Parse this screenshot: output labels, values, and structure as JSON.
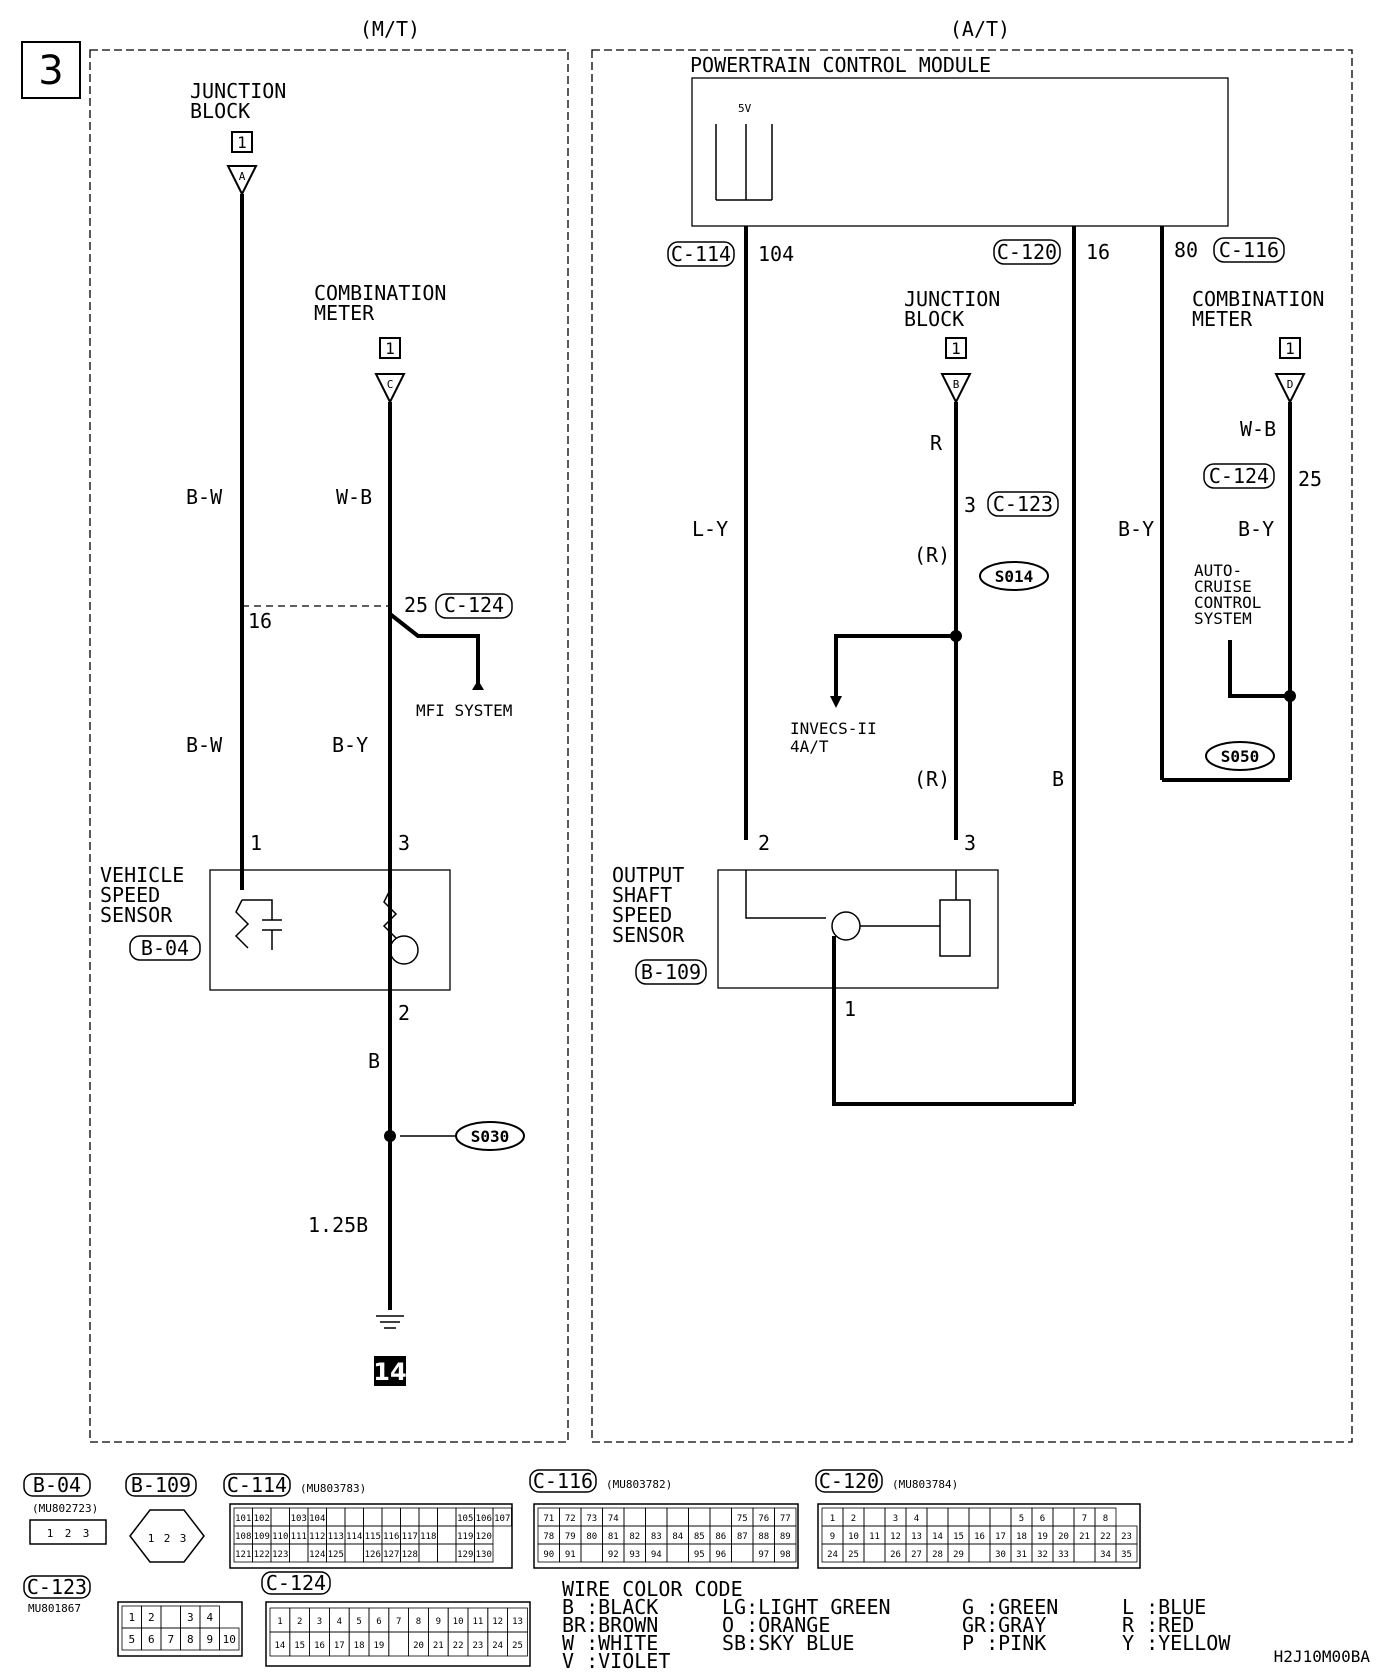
{
  "page_number": "3",
  "sections": {
    "mt": "(M/T)",
    "at": "(A/T)"
  },
  "mt": {
    "junction_block": {
      "line1": "JUNCTION",
      "line2": "BLOCK",
      "fuse": "1",
      "conn": "A"
    },
    "combination_meter": {
      "line1": "COMBINATION",
      "line2": "METER",
      "fuse": "1",
      "conn": "C"
    },
    "wire_bw_upper": "B-W",
    "wire_wb": "W-B",
    "pin_16": "16",
    "pin_25": "25",
    "conn_c124": "C-124",
    "mfi": "MFI SYSTEM",
    "wire_bw_lower": "B-W",
    "wire_by": "B-Y",
    "pin_1": "1",
    "pin_3": "3",
    "pin_2": "2",
    "sensor": {
      "line1": "VEHICLE",
      "line2": "SPEED",
      "line3": "SENSOR",
      "conn": "B-04"
    },
    "wire_b": "B",
    "splice": "S030",
    "wire_125b": "1.25B",
    "ground": "14"
  },
  "at": {
    "pcm": "POWERTRAIN CONTROL MODULE",
    "pcm_5v": "5V",
    "c114": "C-114",
    "pin_104": "104",
    "c120": "C-120",
    "pin_16": "16",
    "pin_80": "80",
    "c116": "C-116",
    "junction_block": {
      "line1": "JUNCTION",
      "line2": "BLOCK",
      "fuse": "1",
      "conn": "B"
    },
    "combination_meter": {
      "line1": "COMBINATION",
      "line2": "METER",
      "fuse": "1",
      "conn": "D"
    },
    "wire_r": "R",
    "pin_3_c123": "3",
    "c123": "C-123",
    "wire_r_paren1": "(R)",
    "splice_s014": "S014",
    "invecs_1": "INVECS-II",
    "invecs_2": "4A/T",
    "wire_r_paren2": "(R)",
    "wire_ly": "L-Y",
    "wire_b": "B",
    "wire_wb": "W-B",
    "c124": "C-124",
    "pin_25": "25",
    "wire_by_left": "B-Y",
    "wire_by_right": "B-Y",
    "auto_cruise": [
      "AUTO-",
      "CRUISE",
      "CONTROL",
      "SYSTEM"
    ],
    "splice_s050": "S050",
    "pin_2": "2",
    "pin_3": "3",
    "pin_1": "1",
    "sensor": {
      "line1": "OUTPUT",
      "line2": "SHAFT",
      "line3": "SPEED",
      "line4": "SENSOR",
      "conn": "B-109"
    }
  },
  "connectors": {
    "b04": {
      "name": "B-04",
      "part": "(MU802723)",
      "pins": [
        "1",
        "2",
        "3"
      ]
    },
    "b109": {
      "name": "B-109",
      "pins": [
        "1",
        "2",
        "3"
      ]
    },
    "c114": {
      "name": "C-114",
      "part": "(MU803783)",
      "rows": [
        [
          "101",
          "102",
          "",
          "103",
          "104",
          "",
          "",
          "",
          "",
          "",
          "",
          "",
          "105",
          "106",
          "107"
        ],
        [
          "108",
          "109",
          "110",
          "111",
          "112",
          "113",
          "114",
          "115",
          "116",
          "117",
          "118",
          "",
          "119",
          "120"
        ],
        [
          "121",
          "122",
          "123",
          "",
          "124",
          "125",
          "",
          "126",
          "127",
          "128",
          "",
          "",
          "129",
          "130"
        ]
      ]
    },
    "c116": {
      "name": "C-116",
      "part": "(MU803782)",
      "rows": [
        [
          "71",
          "72",
          "73",
          "74",
          "",
          "",
          "",
          "",
          "",
          "75",
          "76",
          "77"
        ],
        [
          "78",
          "79",
          "80",
          "81",
          "82",
          "83",
          "84",
          "85",
          "86",
          "87",
          "88",
          "89"
        ],
        [
          "90",
          "91",
          "",
          "92",
          "93",
          "94",
          "",
          "95",
          "96",
          "",
          "97",
          "98"
        ]
      ]
    },
    "c120": {
      "name": "C-120",
      "part": "(MU803784)",
      "rows": [
        [
          "1",
          "2",
          "",
          "3",
          "4",
          "",
          "",
          "",
          "",
          "5",
          "6",
          "",
          "7",
          "8"
        ],
        [
          "9",
          "10",
          "11",
          "12",
          "13",
          "14",
          "15",
          "16",
          "17",
          "18",
          "19",
          "20",
          "21",
          "22",
          "23"
        ],
        [
          "24",
          "25",
          "",
          "26",
          "27",
          "28",
          "29",
          "",
          "30",
          "31",
          "32",
          "33",
          "",
          "34",
          "35"
        ]
      ]
    },
    "c123": {
      "name": "C-123",
      "part": "MU801867",
      "rows": [
        [
          "1",
          "2",
          "",
          "3",
          "4"
        ],
        [
          "5",
          "6",
          "7",
          "8",
          "9",
          "10"
        ]
      ]
    },
    "c124": {
      "name": "C-124",
      "rows": [
        [
          "1",
          "2",
          "3",
          "4",
          "5",
          "6",
          "7",
          "8",
          "9",
          "10",
          "11",
          "12",
          "13"
        ],
        [
          "14",
          "15",
          "16",
          "17",
          "18",
          "19",
          "",
          "20",
          "21",
          "22",
          "23",
          "24",
          "25"
        ]
      ]
    }
  },
  "color_code": {
    "title": "WIRE COLOR CODE",
    "col1": [
      "B :BLACK",
      "BR:BROWN",
      "W :WHITE",
      "V :VIOLET"
    ],
    "col2": [
      "LG:LIGHT GREEN",
      "O :ORANGE",
      "SB:SKY BLUE"
    ],
    "col3": [
      "G :GREEN",
      "GR:GRAY",
      "P :PINK"
    ],
    "col4": [
      "L :BLUE",
      "R :RED",
      "Y :YELLOW"
    ]
  },
  "doc_id": "H2J10M00BA"
}
